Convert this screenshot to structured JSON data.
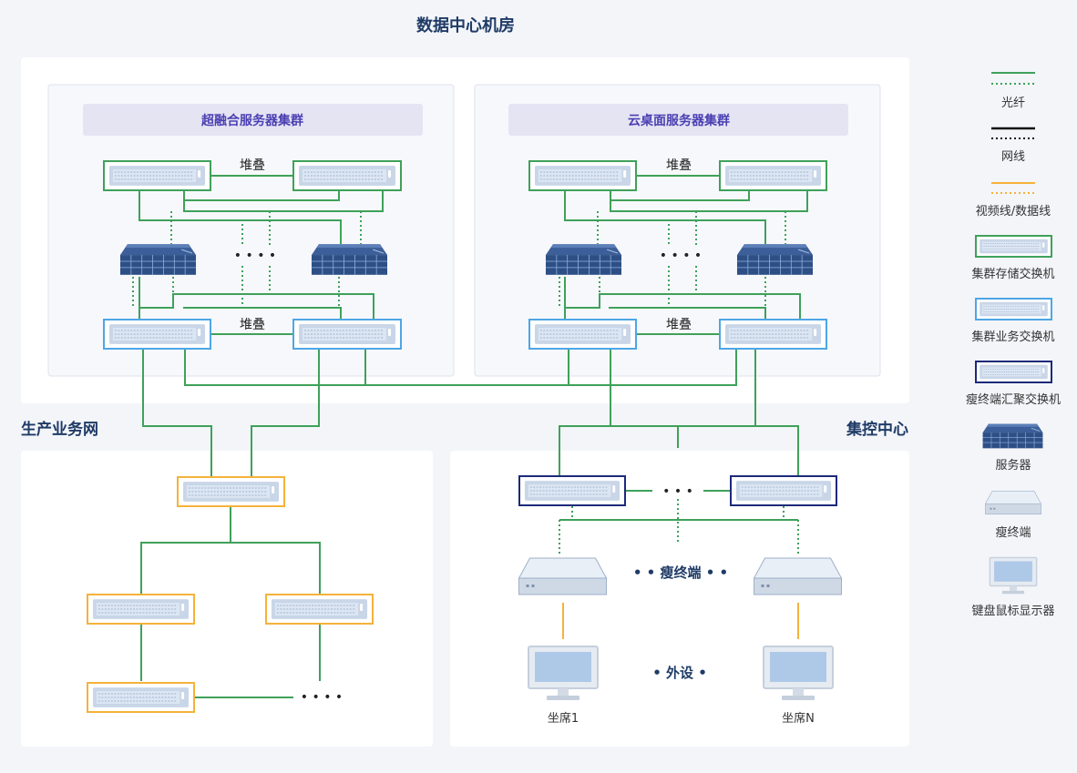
{
  "colors": {
    "fiber": "#3fa15a",
    "network": "#111111",
    "video": "#f5b23a",
    "storage_switch": "#3fa15a",
    "business_switch": "#4da6e6",
    "aggregation_switch": "#1c2a7a",
    "server": "#2d4f86",
    "title": "#1f3b66",
    "cluster_title": "#4a3fb2",
    "cluster_bg": "#e5e4f3"
  },
  "main_title": "数据中心机房",
  "clusters": {
    "left_title": "超融合服务器集群",
    "right_title": "云桌面服务器集群",
    "stack_label": "堆叠",
    "ellipsis": "• • • •"
  },
  "production": {
    "title": "生产业务网",
    "ellipsis": "• • • •"
  },
  "control": {
    "title": "集控中心",
    "switch_ellipsis": "• • •",
    "thin_client_label": "• • 瘦终端 • •",
    "peripheral_label": "• 外设 •",
    "seat1": "坐席1",
    "seatN": "坐席N"
  },
  "legend": {
    "fiber": "光纤",
    "network": "网线",
    "video": "视频线/数据线",
    "storage_switch": "集群存储交换机",
    "business_switch": "集群业务交换机",
    "aggregation_switch": "瘦终端汇聚交换机",
    "server": "服务器",
    "thin_client": "瘦终端",
    "kvm": "键盘鼠标显示器"
  }
}
